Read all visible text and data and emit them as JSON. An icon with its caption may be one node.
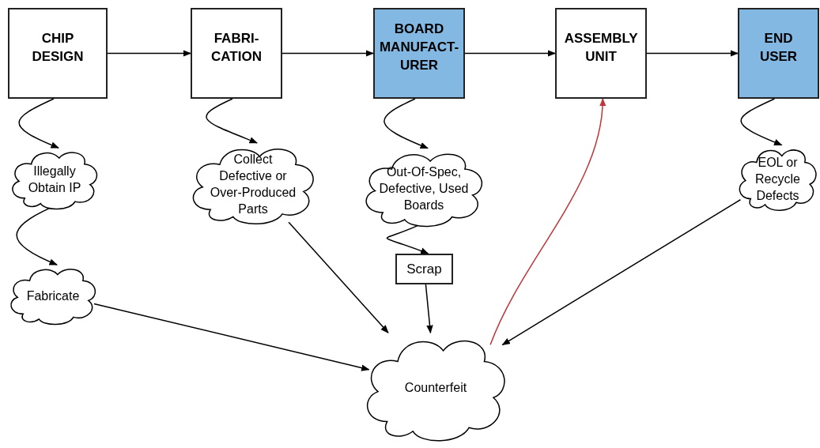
{
  "diagram": {
    "nodes": [
      {
        "text": [
          "CHIP DESIGN"
        ]
      },
      {
        "text": [
          "FABRI- CATION"
        ]
      },
      {
        "text": [
          "BOARD MANUFACT- URER"
        ]
      },
      {
        "text": [
          "ASSEMBLY UNIT"
        ]
      },
      {
        "text": [
          "END USER"
        ]
      },
      {
        "text": [
          "Illegally Obtain IP"
        ]
      },
      {
        "text": [
          "Fabricate"
        ]
      },
      {
        "text": [
          "Collect Defective or Over-Produced Parts"
        ]
      },
      {
        "text": [
          "Out-Of-Spec, Defective, Used Boards"
        ]
      },
      {
        "text": [
          "EOL or Recycle Defects"
        ]
      },
      {
        "text": [
          "Scrap"
        ]
      },
      {
        "text": [
          "Counterfeit"
        ]
      }
    ],
    "edges": [
      {
        "from": 0,
        "to": 1,
        "arrow": "to"
      },
      {
        "from": 1,
        "to": 2,
        "arrow": "to"
      },
      {
        "from": 2,
        "to": 3,
        "arrow": "to"
      },
      {
        "from": 3,
        "to": 4,
        "arrow": "to"
      },
      {
        "from": 0,
        "to": 5,
        "arrow": "to"
      },
      {
        "from": 5,
        "to": 6,
        "arrow": "to"
      },
      {
        "from": 1,
        "to": 7,
        "arrow": "to"
      },
      {
        "from": 2,
        "to": 8,
        "arrow": "to"
      },
      {
        "from": 8,
        "to": 10,
        "arrow": "to"
      },
      {
        "from": 4,
        "to": 9,
        "arrow": "to"
      },
      {
        "from": 6,
        "to": 11,
        "arrow": "to"
      },
      {
        "from": 7,
        "to": 11,
        "arrow": "to"
      },
      {
        "from": 10,
        "to": 11,
        "arrow": "to"
      },
      {
        "from": 9,
        "to": 11,
        "arrow": "to"
      },
      {
        "from": 11,
        "to": 3,
        "arrow": "to",
        "color": "#c0343b"
      }
    ]
  }
}
